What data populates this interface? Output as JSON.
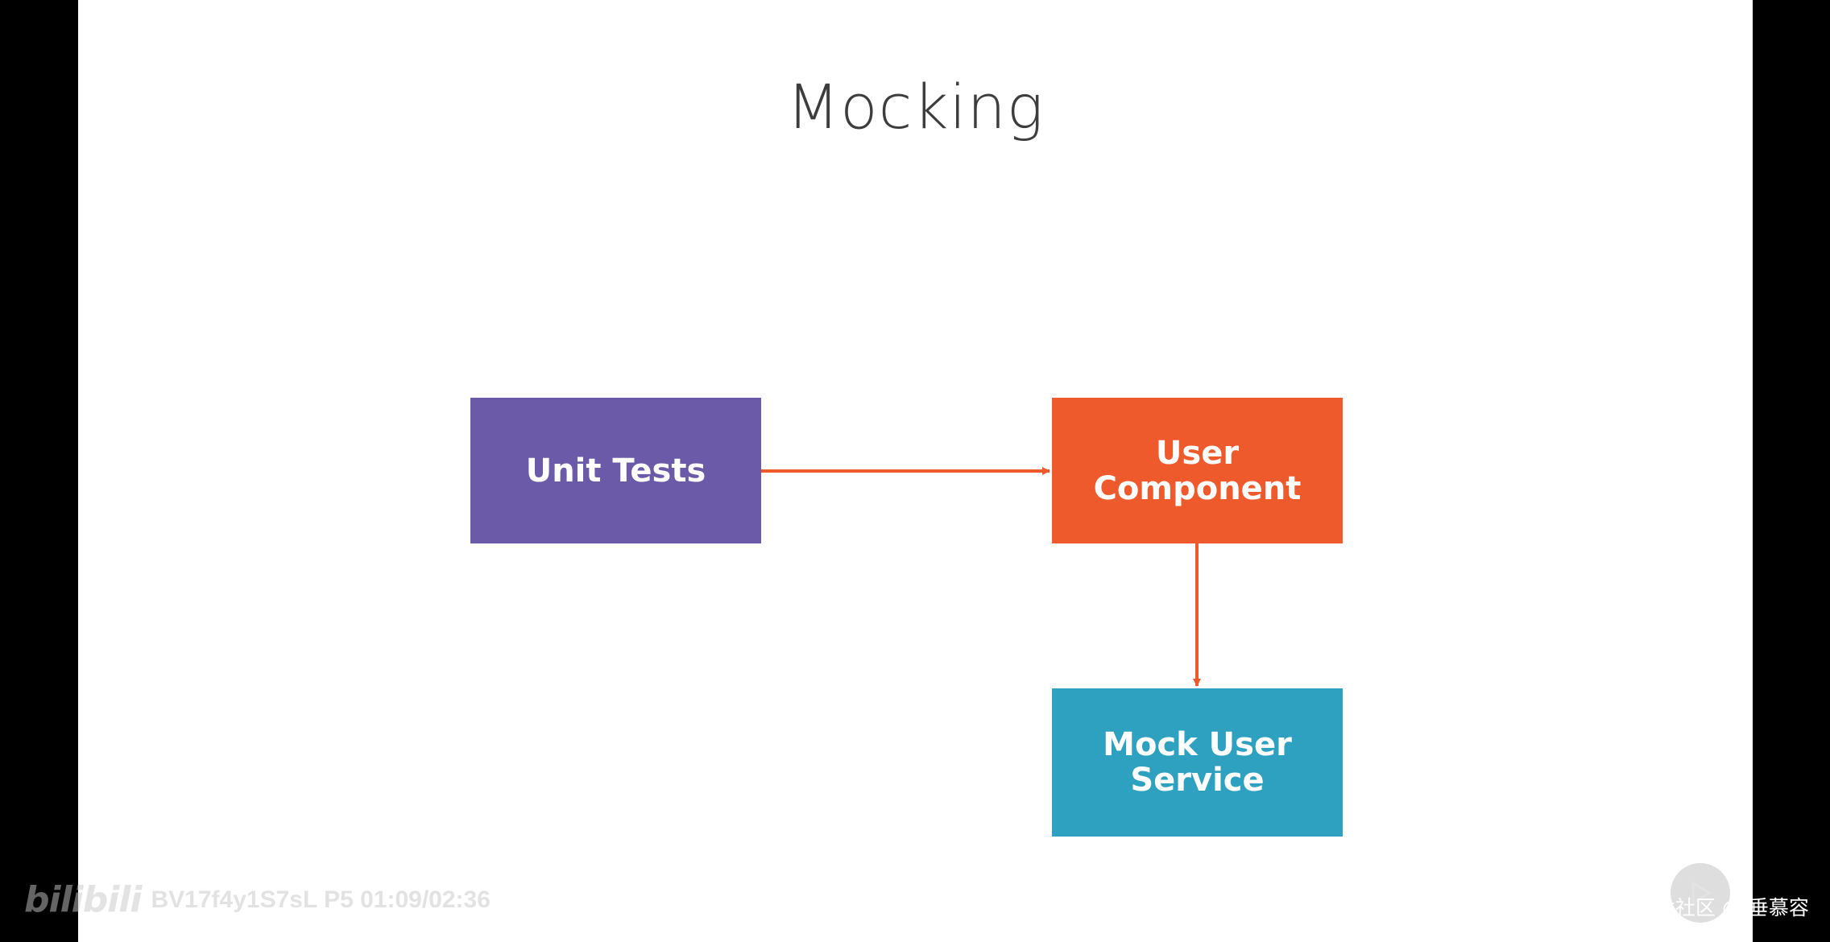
{
  "slide": {
    "title": "Mocking"
  },
  "diagram": {
    "nodes": [
      {
        "id": "unit-tests",
        "label": "Unit Tests",
        "color": "#6a5aa8"
      },
      {
        "id": "user-component",
        "label": "User\nComponent",
        "color": "#ee5a2c"
      },
      {
        "id": "mock-user-service",
        "label": "Mock User\nService",
        "color": "#2ea0c0"
      }
    ],
    "edges": [
      {
        "from": "unit-tests",
        "to": "user-component",
        "color": "#ee5a2c"
      },
      {
        "from": "user-component",
        "to": "mock-user-service",
        "color": "#ee5a2c"
      }
    ]
  },
  "overlay": {
    "logo_text": "bilibili",
    "video_id": "BV17f4y1S7sL P5 01:09/02:36",
    "play_icon": "play-icon",
    "credit": "掘金技术社区 @ 垂慕容"
  }
}
